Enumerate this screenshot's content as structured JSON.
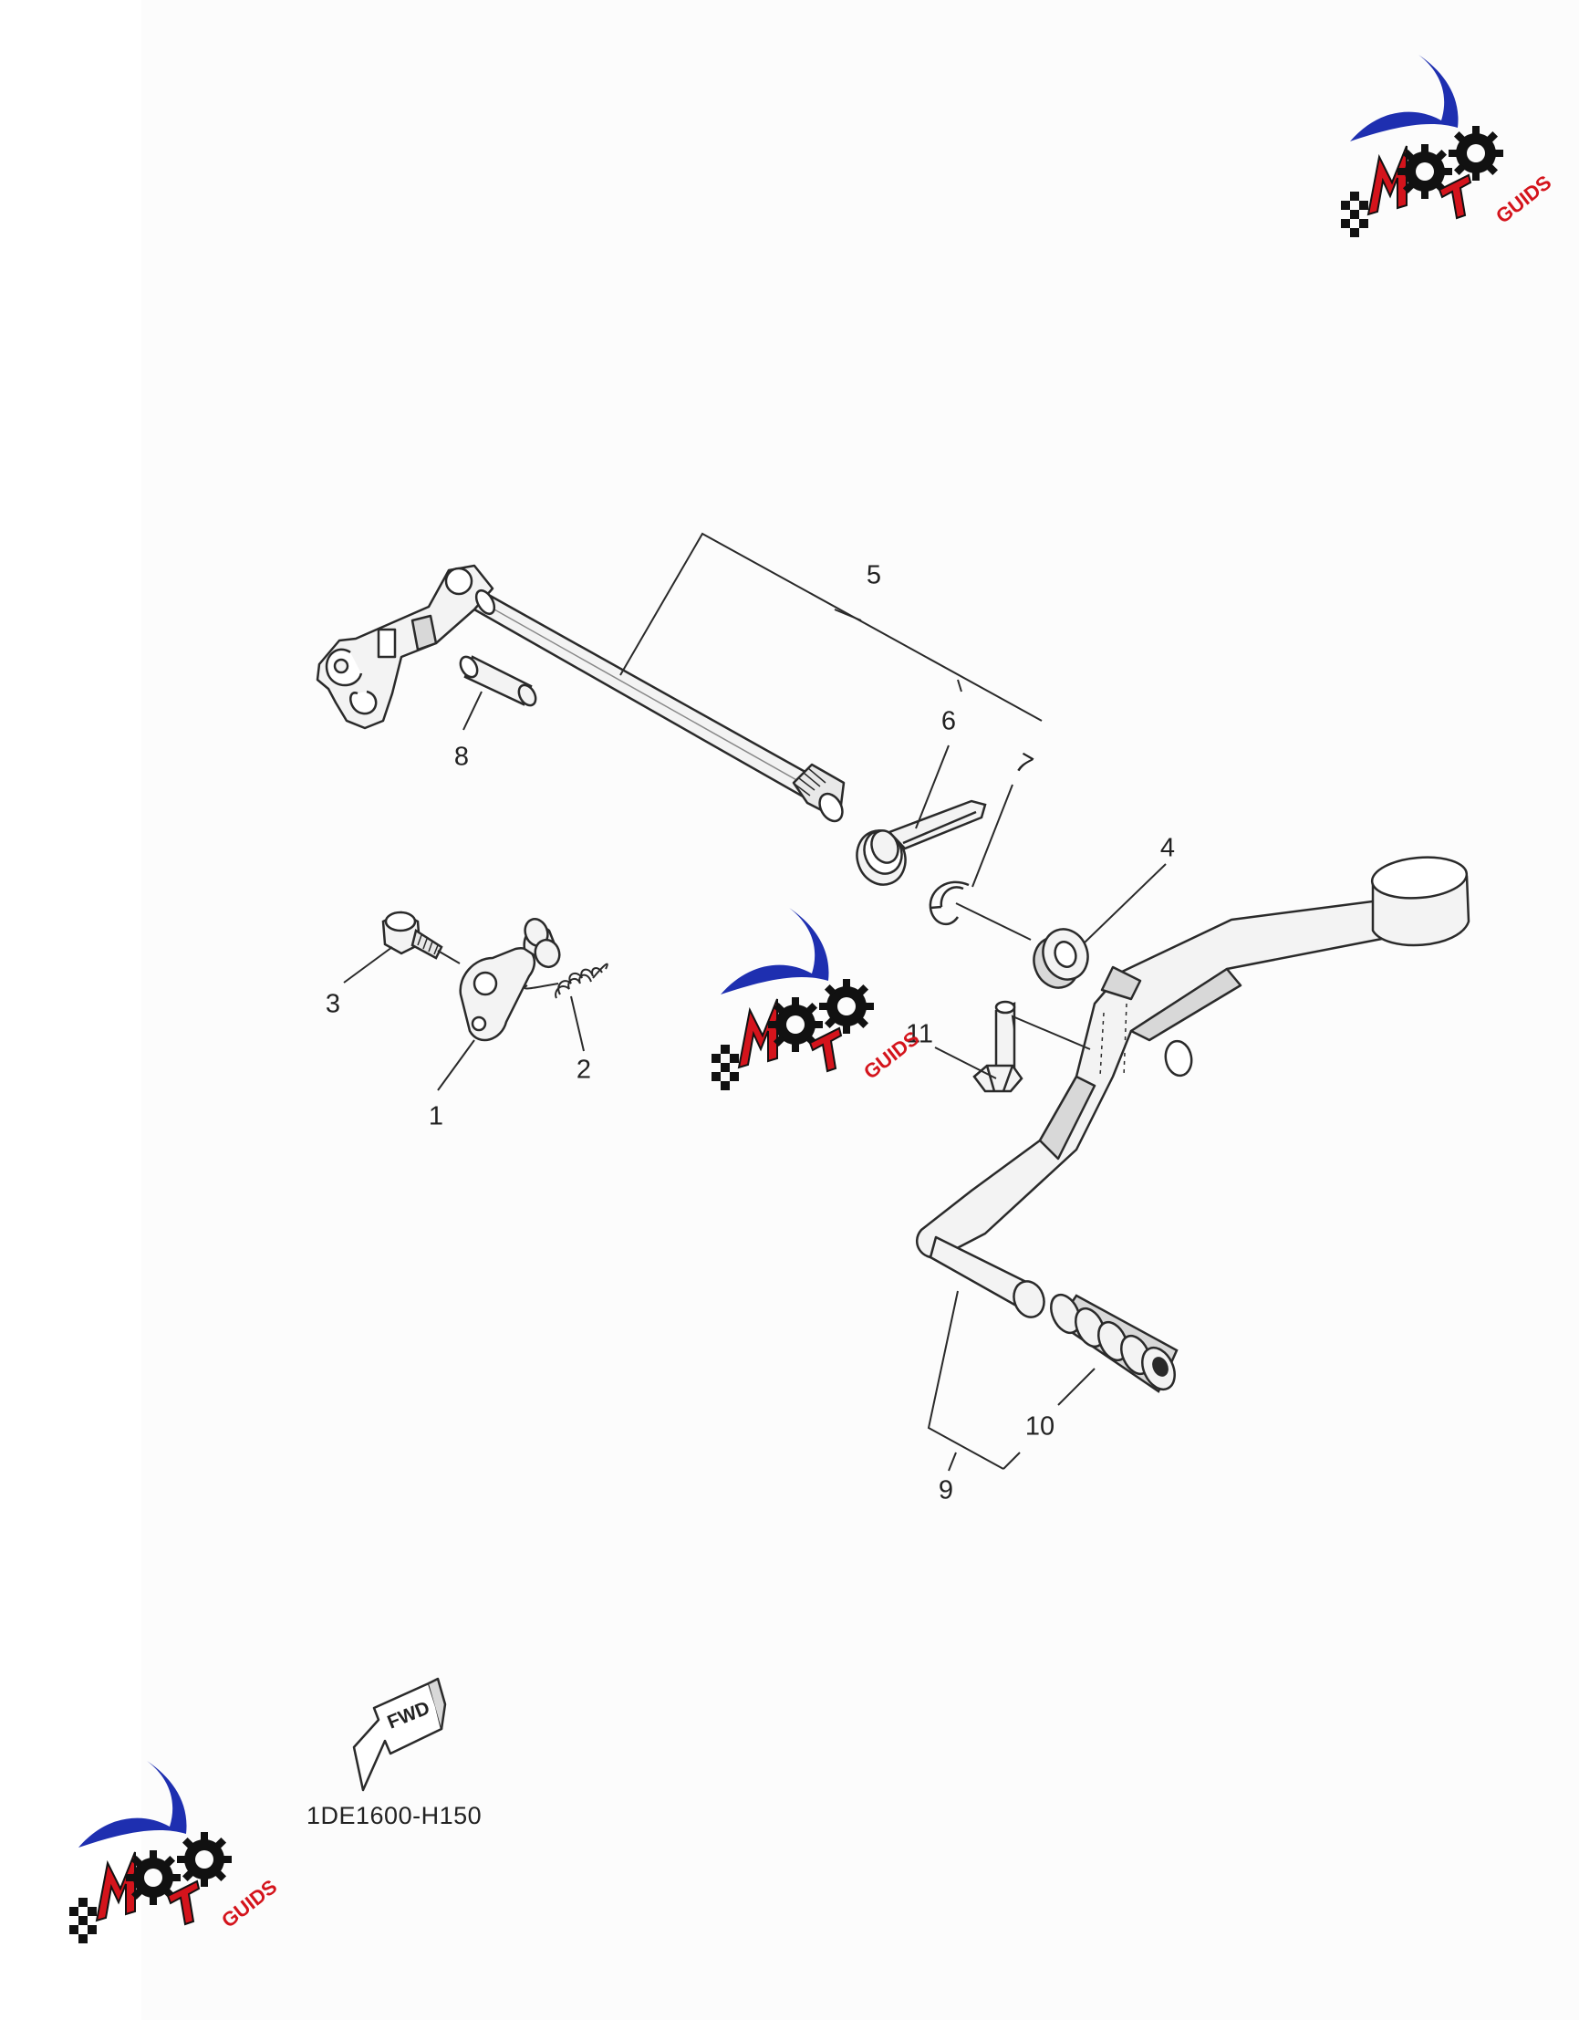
{
  "callouts": {
    "c1": "1",
    "c2": "2",
    "c3": "3",
    "c4": "4",
    "c5": "5",
    "c6": "6",
    "c7": "7",
    "c8": "8",
    "c9": "9",
    "c10": "10",
    "c11": "11"
  },
  "fwd_arrow": {
    "label": "FWD"
  },
  "diagram_code": "1DE1600-H150",
  "watermark": {
    "brand": "MOTO GUIDS",
    "suffix": "GUIDS"
  },
  "colors": {
    "line": "#2a2a2a",
    "part_fill": "#f3f3f3",
    "shade": "#d8d8d8",
    "logo_blue": "#1e2fb0",
    "logo_red": "#d4141c",
    "logo_black": "#111111"
  }
}
